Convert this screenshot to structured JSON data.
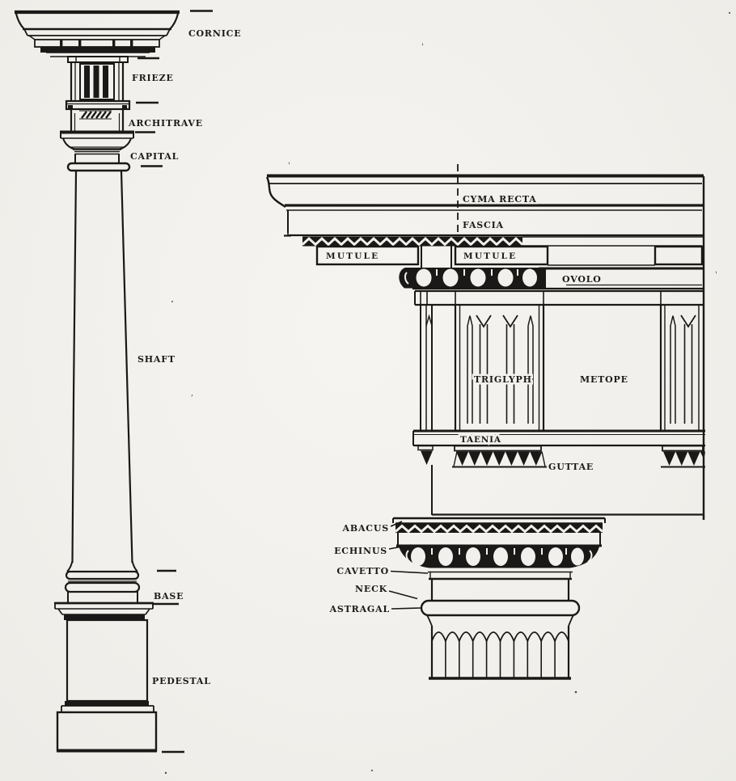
{
  "page": {
    "background": "#f2f0ec",
    "ink": "#1b1917",
    "description": "Doric order architectural diagram: column elevation with entablature and capital detail"
  },
  "column": {
    "labels": {
      "cornice": "CORNICE",
      "frieze": "FRIEZE",
      "architrave": "ARCHITRAVE",
      "capital": "CAPITAL",
      "shaft": "SHAFT",
      "base": "BASE",
      "pedestal": "PEDESTAL"
    }
  },
  "detail": {
    "labels": {
      "cyma_recta": "CYMA RECTA",
      "fascia": "FASCIA",
      "mutule_1": "MUTULE",
      "mutule_2": "MUTULE",
      "ovolo": "OVOLO",
      "triglyph": "TRIGLYPH",
      "metope": "METOPE",
      "taenia": "TAENIA",
      "guttae": "GUTTAE",
      "abacus": "ABACUS",
      "echinus": "ECHINUS",
      "cavetto": "CAVETTO",
      "neck": "NECK",
      "astragal": "ASTRAGAL"
    }
  }
}
